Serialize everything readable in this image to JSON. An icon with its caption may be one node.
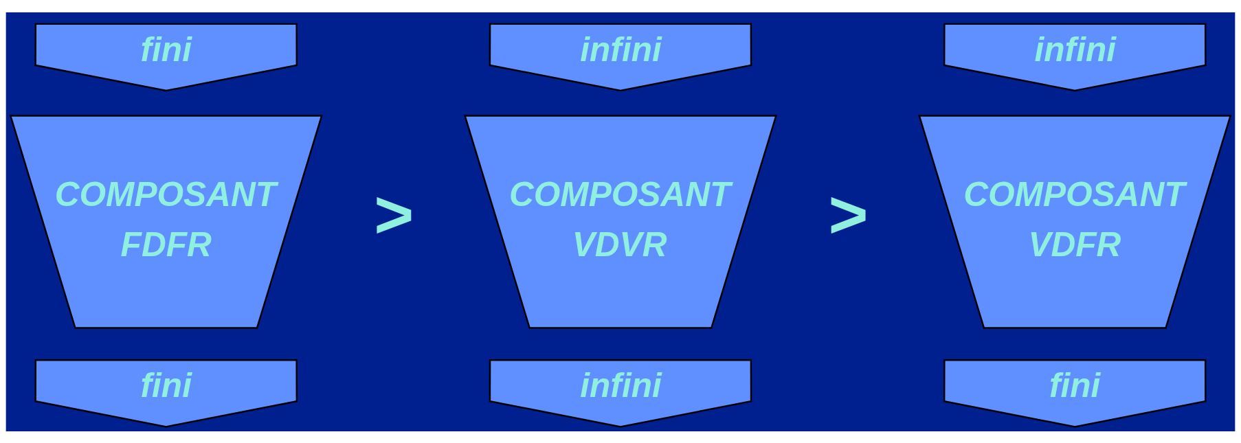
{
  "diagram": {
    "nodes": [
      {
        "text": [
          "fini"
        ]
      },
      {
        "text": [
          "infini"
        ]
      },
      {
        "text": [
          "infini"
        ]
      },
      {
        "text": [
          "COMPOSANT",
          "FDFR"
        ]
      },
      {
        "text": [
          "COMPOSANT",
          "VDVR"
        ]
      },
      {
        "text": [
          "COMPOSANT",
          "VDFR"
        ]
      },
      {
        "text": [
          "fini"
        ]
      },
      {
        "text": [
          "infini"
        ]
      },
      {
        "text": [
          "fini"
        ]
      }
    ],
    "labels": [
      ">",
      ">"
    ]
  }
}
